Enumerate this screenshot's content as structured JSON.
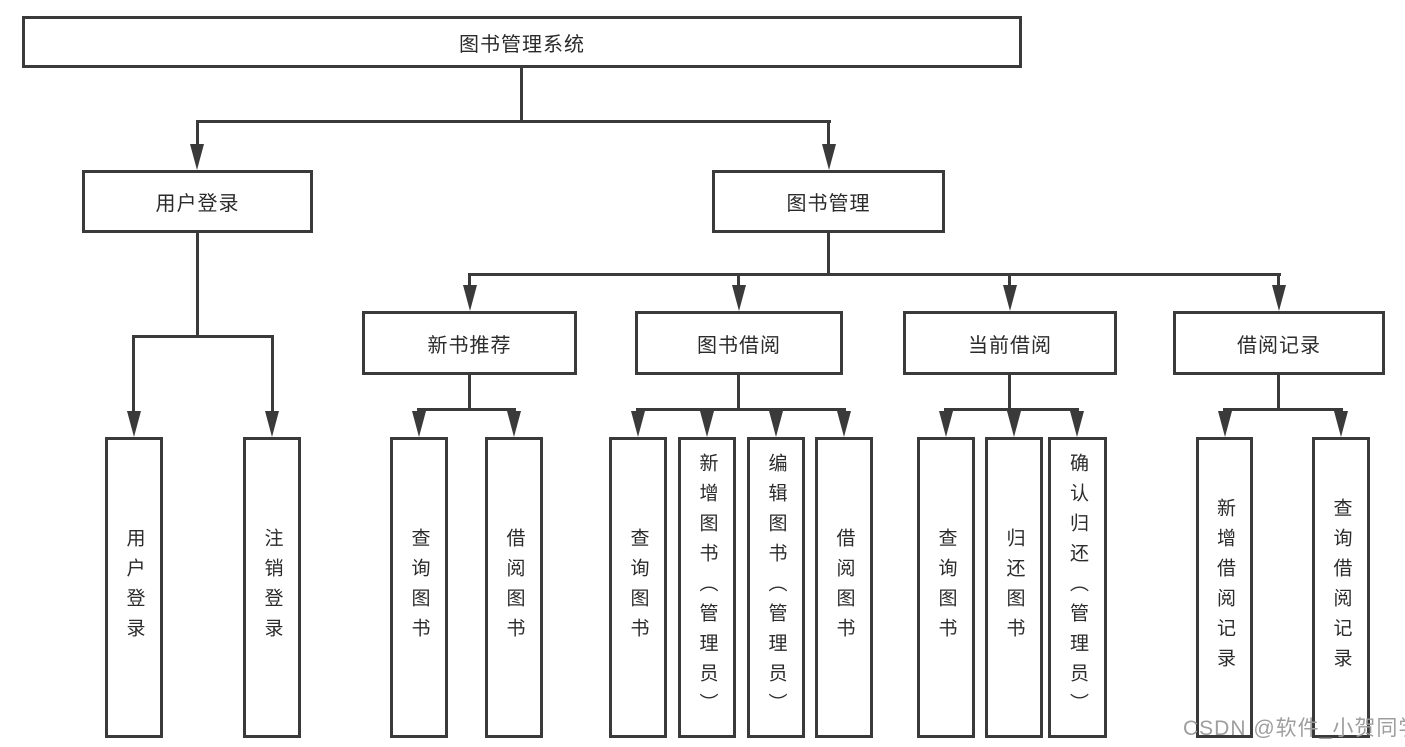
{
  "diagram": {
    "root": {
      "label": "图书管理系统"
    },
    "level2": [
      {
        "label": "用户登录"
      },
      {
        "label": "图书管理"
      }
    ],
    "level3": [
      {
        "label": "新书推荐"
      },
      {
        "label": "图书借阅"
      },
      {
        "label": "当前借阅"
      },
      {
        "label": "借阅记录"
      }
    ],
    "leaves": [
      {
        "label": "用户登录"
      },
      {
        "label": "注销登录"
      },
      {
        "label": "查询图书"
      },
      {
        "label": "借阅图书"
      },
      {
        "label": "查询图书"
      },
      {
        "label": "新增图书（管理员）"
      },
      {
        "label": "编辑图书（管理员）"
      },
      {
        "label": "借阅图书"
      },
      {
        "label": "查询图书"
      },
      {
        "label": "归还图书"
      },
      {
        "label": "确认归还（管理员）"
      },
      {
        "label": "新增借阅记录"
      },
      {
        "label": "查询借阅记录"
      }
    ]
  },
  "watermark": {
    "text": "CSDN @软件_小贺同学"
  },
  "colors": {
    "line": "#3a3a3a",
    "background": "#ffffff",
    "watermark": "#9e9e9e"
  }
}
